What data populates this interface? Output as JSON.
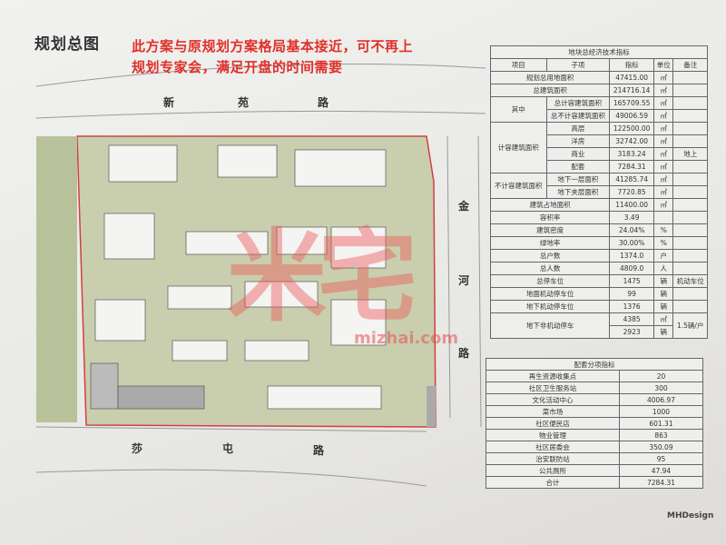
{
  "title": "规划总图",
  "notes": [
    "此方案与原规划方案格局基本接近，可不再上",
    "规划专家会，满足开盘的时间需要"
  ],
  "roads": {
    "north": [
      "新",
      "苑",
      "路"
    ],
    "east": [
      "金",
      "河",
      "路"
    ],
    "south": [
      "莎",
      "屯",
      "路"
    ]
  },
  "watermark": "mizhai.com",
  "watermark_big": "米宅",
  "brand": "MHDesign",
  "tech_table": {
    "title": "地块总经济技术指标",
    "headers": [
      "项目",
      "子项",
      "指标",
      "单位",
      "备注"
    ],
    "rows": [
      {
        "item": "规划总用地面积",
        "value": "47415.00",
        "unit": "㎡",
        "note": ""
      },
      {
        "item": "总建筑面积",
        "value": "214716.14",
        "unit": "㎡",
        "note": ""
      },
      {
        "group": "其中",
        "sub": "总计容建筑面积",
        "value": "165709.55",
        "unit": "㎡",
        "note": ""
      },
      {
        "sub": "总不计容建筑面积",
        "value": "49006.59",
        "unit": "㎡",
        "note": ""
      },
      {
        "group": "计容建筑面积",
        "sub": "高层",
        "value": "122500.00",
        "unit": "㎡",
        "note": ""
      },
      {
        "sub": "洋房",
        "value": "32742.00",
        "unit": "㎡",
        "note": ""
      },
      {
        "sub": "商业",
        "value": "3183.24",
        "unit": "㎡",
        "note": "地上"
      },
      {
        "sub": "配套",
        "value": "7284.31",
        "unit": "㎡",
        "note": ""
      },
      {
        "group": "不计容建筑面积",
        "sub": "地下一层面积",
        "value": "41285.74",
        "unit": "㎡",
        "note": ""
      },
      {
        "sub": "地下夹层面积",
        "value": "7720.85",
        "unit": "㎡",
        "note": ""
      },
      {
        "item": "建筑占地面积",
        "value": "11400.00",
        "unit": "㎡",
        "note": ""
      },
      {
        "item": "容积率",
        "value": "3.49",
        "unit": "",
        "note": ""
      },
      {
        "item": "建筑密度",
        "value": "24.04%",
        "unit": "%",
        "note": ""
      },
      {
        "item": "绿地率",
        "value": "30.00%",
        "unit": "%",
        "note": ""
      },
      {
        "item": "总户数",
        "value": "1374.0",
        "unit": "户",
        "note": ""
      },
      {
        "item": "总人数",
        "value": "4809.0",
        "unit": "人",
        "note": ""
      },
      {
        "item": "总停车位",
        "value": "1475",
        "unit": "辆",
        "note": "机动车位"
      },
      {
        "item": "地面机动停车位",
        "value": "99",
        "unit": "辆",
        "note": ""
      },
      {
        "item": "地下机动停车位",
        "value": "1376",
        "unit": "辆",
        "note": ""
      },
      {
        "item": "地下非机动停车",
        "value": "4385",
        "unit": "㎡",
        "note": "1.5辆/户"
      },
      {
        "value": "2923",
        "unit": "辆"
      }
    ]
  },
  "facility_table": {
    "title": "配套分项指标",
    "rows": [
      {
        "name": "再生资源收集点",
        "value": "20"
      },
      {
        "name": "社区卫生服务站",
        "value": "300"
      },
      {
        "name": "文化活动中心",
        "value": "4006.97"
      },
      {
        "name": "菜市场",
        "value": "1000"
      },
      {
        "name": "社区便民店",
        "value": "601.31"
      },
      {
        "name": "物业管理",
        "value": "863"
      },
      {
        "name": "社区居委会",
        "value": "350.09"
      },
      {
        "name": "治安联防站",
        "value": "95"
      },
      {
        "name": "公共厕所",
        "value": "47.94"
      },
      {
        "name": "合计",
        "value": "7284.31"
      }
    ]
  }
}
